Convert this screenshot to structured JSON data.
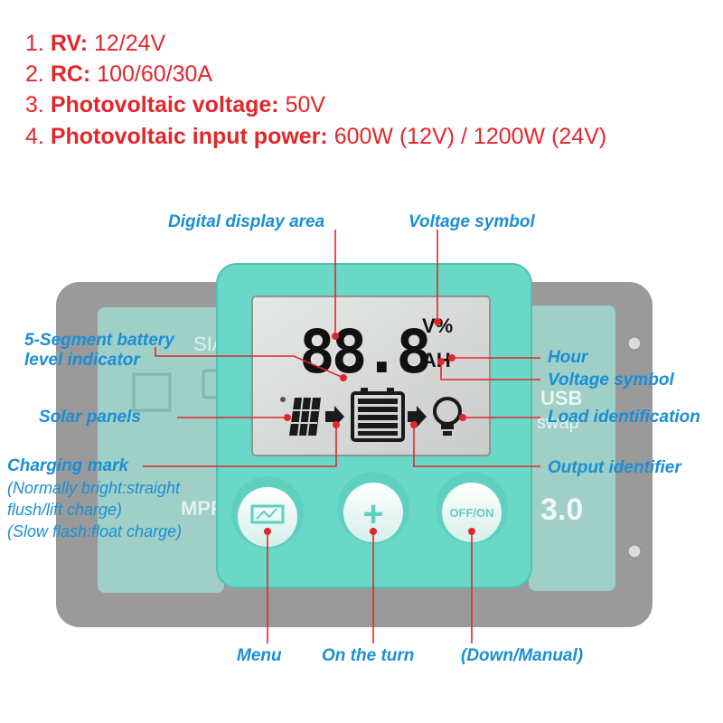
{
  "specs": [
    {
      "num": "1.",
      "label": "RV:",
      "value": "12/24V"
    },
    {
      "num": "2.",
      "label": "RC:",
      "value": "100/60/30A"
    },
    {
      "num": "3.",
      "label": "Photovoltaic voltage:",
      "value": "50V"
    },
    {
      "num": "4.",
      "label": "Photovoltaic input power:",
      "value": "600W (12V) / 1200W (24V)"
    }
  ],
  "display": {
    "digits": "88.8",
    "unit_top": "V%",
    "unit_bottom": "AH",
    "buttons": {
      "plus": "+",
      "offon": "OFF/ON"
    }
  },
  "background_device": {
    "left_text": "SIA",
    "right_text_1": "USB",
    "right_text_2": "swap",
    "version": "3.0",
    "left_bottom": "MPP"
  },
  "labels": {
    "digital_display_area": "Digital display area",
    "voltage_symbol_top": "Voltage symbol",
    "battery_indicator_1": "5-Segment battery",
    "battery_indicator_2": "level indicator",
    "hour": "Hour",
    "voltage_symbol_2": "Voltage symbol",
    "solar_panels": "Solar panels",
    "load_identification": "Load identification",
    "charging_mark": "Charging mark",
    "charging_note_1": "(Normally bright:straight",
    "charging_note_2": "flush/lift charge)",
    "charging_note_3": "(Slow flash:float charge)",
    "output_identifier": "Output identifier",
    "menu": "Menu",
    "on_the_turn": "On the turn",
    "down_manual": "(Down/Manual)"
  },
  "colors": {
    "spec_red": "#e3262b",
    "label_blue": "#1a8fd6",
    "panel_teal": "#6ad8c7",
    "leader_red": "#e3262b"
  }
}
